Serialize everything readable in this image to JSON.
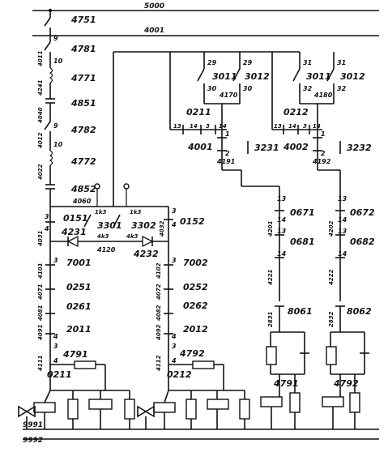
{
  "buses": {
    "top": "5000",
    "second": "4001",
    "bottom_a": "9991",
    "bottom_b": "9992",
    "left_mid": "4060"
  },
  "left_chain": [
    {
      "label": "4751",
      "wire": "",
      "pin": ""
    },
    {
      "label": "4781",
      "wire": "",
      "pin": "9"
    },
    {
      "label": "4771",
      "wire": "4011",
      "pin": "10"
    },
    {
      "label": "4851",
      "wire": "4241",
      "pin": ""
    },
    {
      "label": "4782",
      "wire": "4040",
      "pin": "9"
    },
    {
      "label": "4772",
      "wire": "4012",
      "pin": "10"
    },
    {
      "label": "4852",
      "wire": "4022",
      "pin": ""
    }
  ],
  "left_block": {
    "c0151": "0151",
    "c4231": "4231",
    "c3301": "3301",
    "c3302": "3302",
    "c4120": "4120",
    "c4232": "4232",
    "c0152": "0152",
    "w4031": "4031",
    "w4032": "4032",
    "p1k3a": "1k3",
    "p4k3a": "4k3",
    "p1k3b": "1k3",
    "p4k3b": "4k3",
    "p3a": "3",
    "p4a": "4",
    "p3b": "3",
    "p4b": "4"
  },
  "col_a": {
    "labels": [
      "7001",
      "0251",
      "0261",
      "2011",
      "4791",
      "0211"
    ],
    "wires": [
      "4101",
      "4071",
      "4081",
      "4091",
      "4111"
    ],
    "pins": [
      "3",
      "4",
      "3",
      "4"
    ]
  },
  "col_b": {
    "labels": [
      "7002",
      "0252",
      "0262",
      "2012",
      "4792",
      "0212"
    ],
    "wires": [
      "4102",
      "4072",
      "4082",
      "4092",
      "4112"
    ],
    "pins": [
      "3",
      "4",
      "3",
      "4"
    ]
  },
  "right_1": {
    "switch_pins": [
      "29",
      "29",
      "30",
      "30"
    ],
    "s3011": "3011",
    "s3012": "3012",
    "s4170": "4170",
    "c0211": "0211",
    "tabs": [
      "13",
      "14",
      "3",
      "14"
    ],
    "r4001": "4001",
    "r3231": "3231",
    "r4191": "4191",
    "pin1": "1",
    "pin2": "2",
    "c0671": "0671",
    "c0681": "0681",
    "c8061": "8061",
    "w4201": "4201",
    "w4221": "4221",
    "w2831": "2831",
    "coil": "4791",
    "pins13_14": [
      "13",
      "14",
      "13",
      "14"
    ]
  },
  "right_2": {
    "switch_pins": [
      "31",
      "31",
      "32",
      "32"
    ],
    "s3011": "3011",
    "s3012": "3012",
    "s4180": "4180",
    "c0212": "0212",
    "tabs": [
      "13",
      "14",
      "3",
      "14"
    ],
    "r4002": "4002",
    "r3232": "3232",
    "r4192": "4192",
    "pin1": "1",
    "pin2": "2",
    "c0672": "0672",
    "c0682": "0682",
    "c8062": "8062",
    "w4202": "4202",
    "w4222": "4222",
    "w2832": "2832",
    "coil": "4792",
    "pins13_14": [
      "13",
      "14",
      "13",
      "14"
    ]
  }
}
